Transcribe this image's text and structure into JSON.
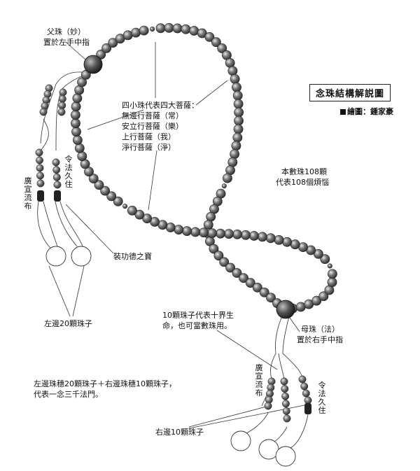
{
  "title": "念珠結構解説圖",
  "credit": "繪圖：鍾家豪",
  "colors": {
    "bead_dark": "#3a3a3a",
    "bead_light": "#d8d8d8",
    "line": "#333333"
  },
  "labels": {
    "father_bead_1": "父珠（妙）",
    "father_bead_2": "置於左手中指",
    "four_small_1": "四小珠代表四大菩薩：",
    "four_small_2": "無邊行菩薩（常）",
    "four_small_3": "安立行菩薩（樂）",
    "four_small_4": "上行菩薩（我）",
    "four_small_5": "淨行菩薩（淨）",
    "main_beads_1": "本數珠108顆",
    "main_beads_2": "代表108個煩惱",
    "spread_left": "廣宣流布",
    "dharma_left": "令法久住",
    "adorn": "裝功德之寶",
    "left_20": "左邊20顆珠子",
    "ten_beads_1": "10顆珠子代表十界生",
    "ten_beads_2": "命，也可當數珠用。",
    "mother_bead_1": "母珠（法）",
    "mother_bead_2": "置於右手中指",
    "combo_1": "左邊珠穗20顆珠子＋右邊珠穗10顆珠子，",
    "combo_2": "代表一念三千法門。",
    "spread_right": "廣宣流布",
    "dharma_right": "令法久住",
    "right_10": "右邊10顆珠子"
  }
}
